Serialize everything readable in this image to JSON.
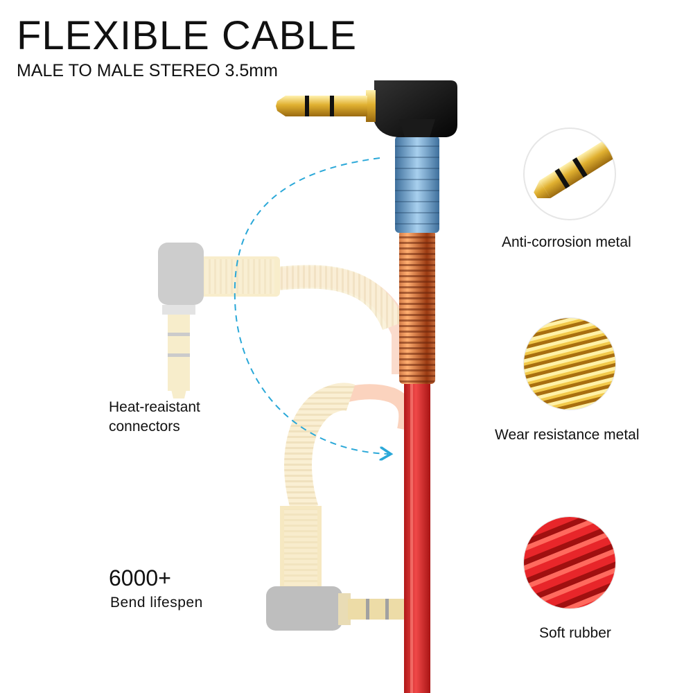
{
  "title": "FLEXIBLE  CABLE",
  "subtitle": "MALE TO MALE STEREO 3.5mm",
  "features": [
    {
      "label": "Anti-corrosion metal",
      "icon": "gold-plug-tip-icon"
    },
    {
      "label": "Wear resistance metal",
      "icon": "gold-spring-closeup-icon"
    },
    {
      "label": "Soft rubber",
      "icon": "red-rubber-closeup-icon"
    }
  ],
  "left_labels": {
    "heat_line1": "Heat-reaistant",
    "heat_line2": "connectors",
    "bend_count": "6000+",
    "bend_text": "Bend  lifespen"
  },
  "colors": {
    "cable_red": "#e0282c",
    "spring_copper": "#d86a3a",
    "sleeve_blue": "#6fa0c8",
    "gold": "#e8c04a",
    "arrow_blue": "#2aa8d8",
    "ghost_gold": "#f3e2a8",
    "ghost_gray": "#a9a9a9"
  }
}
